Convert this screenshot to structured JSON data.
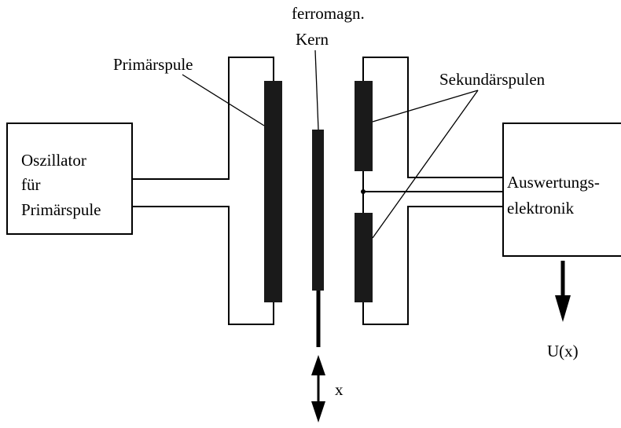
{
  "labels": {
    "core_line1": "ferromagn.",
    "core_line2": "Kern",
    "primary_coil": "Primärspule",
    "secondary_coils": "Sekundärspulen",
    "oscillator_line1": "Oszillator",
    "oscillator_line2": "für",
    "oscillator_line3": "Primärspule",
    "electronics_line1": "Auswertungs-",
    "electronics_line2": "elektronik",
    "output": "U(x)",
    "displacement": "x"
  },
  "colors": {
    "line": "#000000",
    "coil_fill": "#1a1a1a",
    "background": "#ffffff"
  }
}
